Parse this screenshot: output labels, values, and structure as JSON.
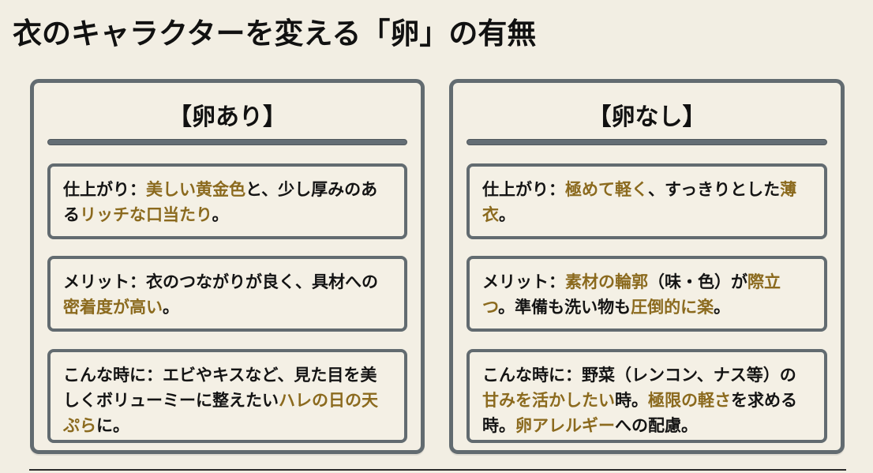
{
  "title": "衣のキャラクターを変える「卵」の有無",
  "colors": {
    "background": "#f2eee3",
    "border": "#626b70",
    "accent": "#8b6a1e",
    "text": "#141414"
  },
  "panels": [
    {
      "heading": "【卵あり】",
      "cards": [
        {
          "label": "仕上がり：",
          "segments": [
            {
              "text": "美しい黄金色",
              "highlight": true
            },
            {
              "text": "と、少し厚みのある",
              "highlight": false
            },
            {
              "text": "リッチな口当たり",
              "highlight": true
            },
            {
              "text": "。",
              "highlight": false
            }
          ]
        },
        {
          "label": "メリット：",
          "segments": [
            {
              "text": "衣のつながりが良く、具材への",
              "highlight": false
            },
            {
              "text": "密着度が高い",
              "highlight": true
            },
            {
              "text": "。",
              "highlight": false
            }
          ]
        },
        {
          "label": "こんな時に：",
          "segments": [
            {
              "text": "エビやキスなど、見た目を美しくボリューミーに整えたい",
              "highlight": false
            },
            {
              "text": "ハレの日の天ぷら",
              "highlight": true
            },
            {
              "text": "に。",
              "highlight": false
            }
          ]
        }
      ]
    },
    {
      "heading": "【卵なし】",
      "cards": [
        {
          "label": "仕上がり：",
          "segments": [
            {
              "text": "極めて軽く",
              "highlight": true
            },
            {
              "text": "、すっきりとした",
              "highlight": false
            },
            {
              "text": "薄衣",
              "highlight": true
            },
            {
              "text": "。",
              "highlight": false
            }
          ]
        },
        {
          "label": "メリット：",
          "segments": [
            {
              "text": "素材の輪郭",
              "highlight": true
            },
            {
              "text": "（味・色）が",
              "highlight": false
            },
            {
              "text": "際立つ",
              "highlight": true
            },
            {
              "text": "。準備も洗い物も",
              "highlight": false
            },
            {
              "text": "圧倒的に楽",
              "highlight": true
            },
            {
              "text": "。",
              "highlight": false
            }
          ]
        },
        {
          "label": "こんな時に：",
          "segments": [
            {
              "text": "野菜（レンコン、ナス等）の",
              "highlight": false
            },
            {
              "text": "甘みを活かしたい",
              "highlight": true
            },
            {
              "text": "時。",
              "highlight": false
            },
            {
              "text": "極限の軽さ",
              "highlight": true
            },
            {
              "text": "を求める時。",
              "highlight": false
            },
            {
              "text": "卵アレルギー",
              "highlight": true
            },
            {
              "text": "への配慮。",
              "highlight": false
            }
          ]
        }
      ]
    }
  ]
}
